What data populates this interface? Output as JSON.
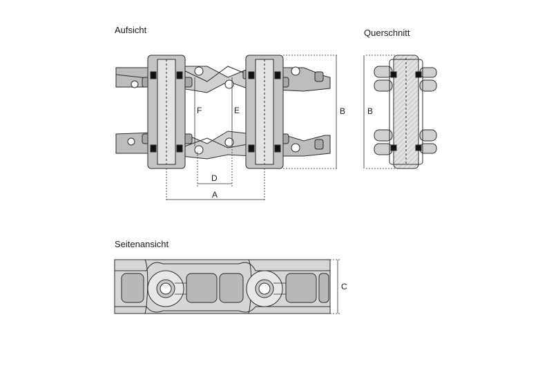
{
  "titles": {
    "top_view": "Aufsicht",
    "cross_section": "Querschnitt",
    "side_view": "Seitenansicht"
  },
  "dimensions": {
    "a": "A",
    "b_top": "B",
    "b_cross": "B",
    "c": "C",
    "d": "D",
    "e": "E",
    "f": "F"
  },
  "colors": {
    "steel": "#d0d0d0",
    "steel_dark": "#a8a8a8",
    "outline": "#2a2a2a",
    "seal": "#111111",
    "background": "#ffffff"
  }
}
